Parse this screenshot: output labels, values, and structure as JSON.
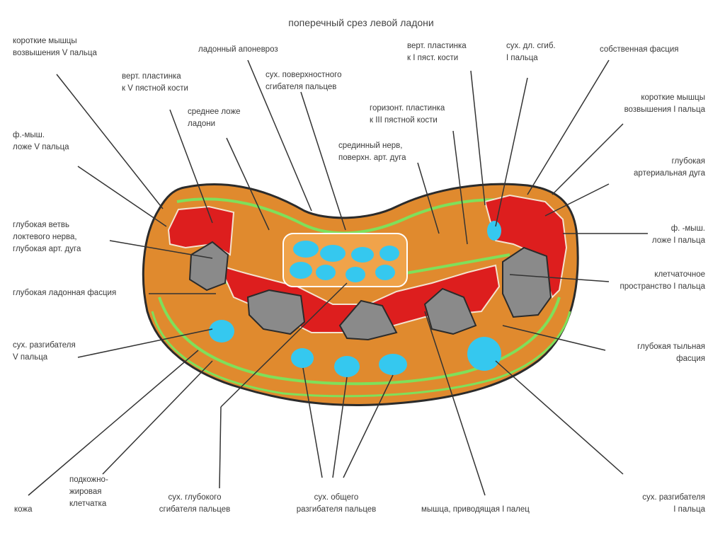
{
  "title": "поперечный срез левой ладони",
  "labels": {
    "short_v": "короткие мышцы\nвозвышения V пальца",
    "palm_apo": "ладонный апоневроз",
    "vert_v": "верт. пластинка\nк V пястной кости",
    "tendon_superf": "сух. поверхностного\nсгибателя пальцев",
    "middle_bed": "среднее ложе\nладони",
    "vert_i": "верт. пластинка\nк I пяст. кости",
    "tendon_long_i": "сух. дл. сгиб.\nI пальца",
    "own_fascia": "собственная фасция",
    "horiz_iii": "горизонт. пластинка\nк III пястной кости",
    "median_nerve": "срединный нерв,\nповерхн. арт. дуга",
    "short_i": "короткие мышцы\nвозвышения I пальца",
    "fm_v": "ф.-мыш.\nложе V пальца",
    "deep_arch": "глубокая\nартериальная дуга",
    "deep_branch": "глубокая ветвь\nлоктевого нерва,\nглубокая арт. дуга",
    "fm_i": "ф. -мыш.\nложе I пальца",
    "cell_space_i": "клетчаточное\nпространство I пальца",
    "deep_palm_fascia": "глубокая ладонная фасция",
    "tendon_ext_v": "сух. разгибателя\nV пальца",
    "deep_dorsal": "глубокая тыльная\nфасция",
    "skin": "кожа",
    "subcut": "подкожно-\nжировая\nклетчатка",
    "tendon_deep": "сух. глубокого\nсгибателя пальцев",
    "tendon_common_ext": "сух. общего\nразгибателя пальцев",
    "adductor_i": "мышца, приводящая I палец",
    "tendon_ext_i": "сух. разгибателя\nI пальца"
  },
  "colors": {
    "skin": "#e08a2e",
    "fascia": "#7fe05a",
    "muscle": "#dd1e1e",
    "bone": "#8a8a8a",
    "tendon": "#35c8ef",
    "outline": "#2b2b2b",
    "leader": "#333333"
  }
}
